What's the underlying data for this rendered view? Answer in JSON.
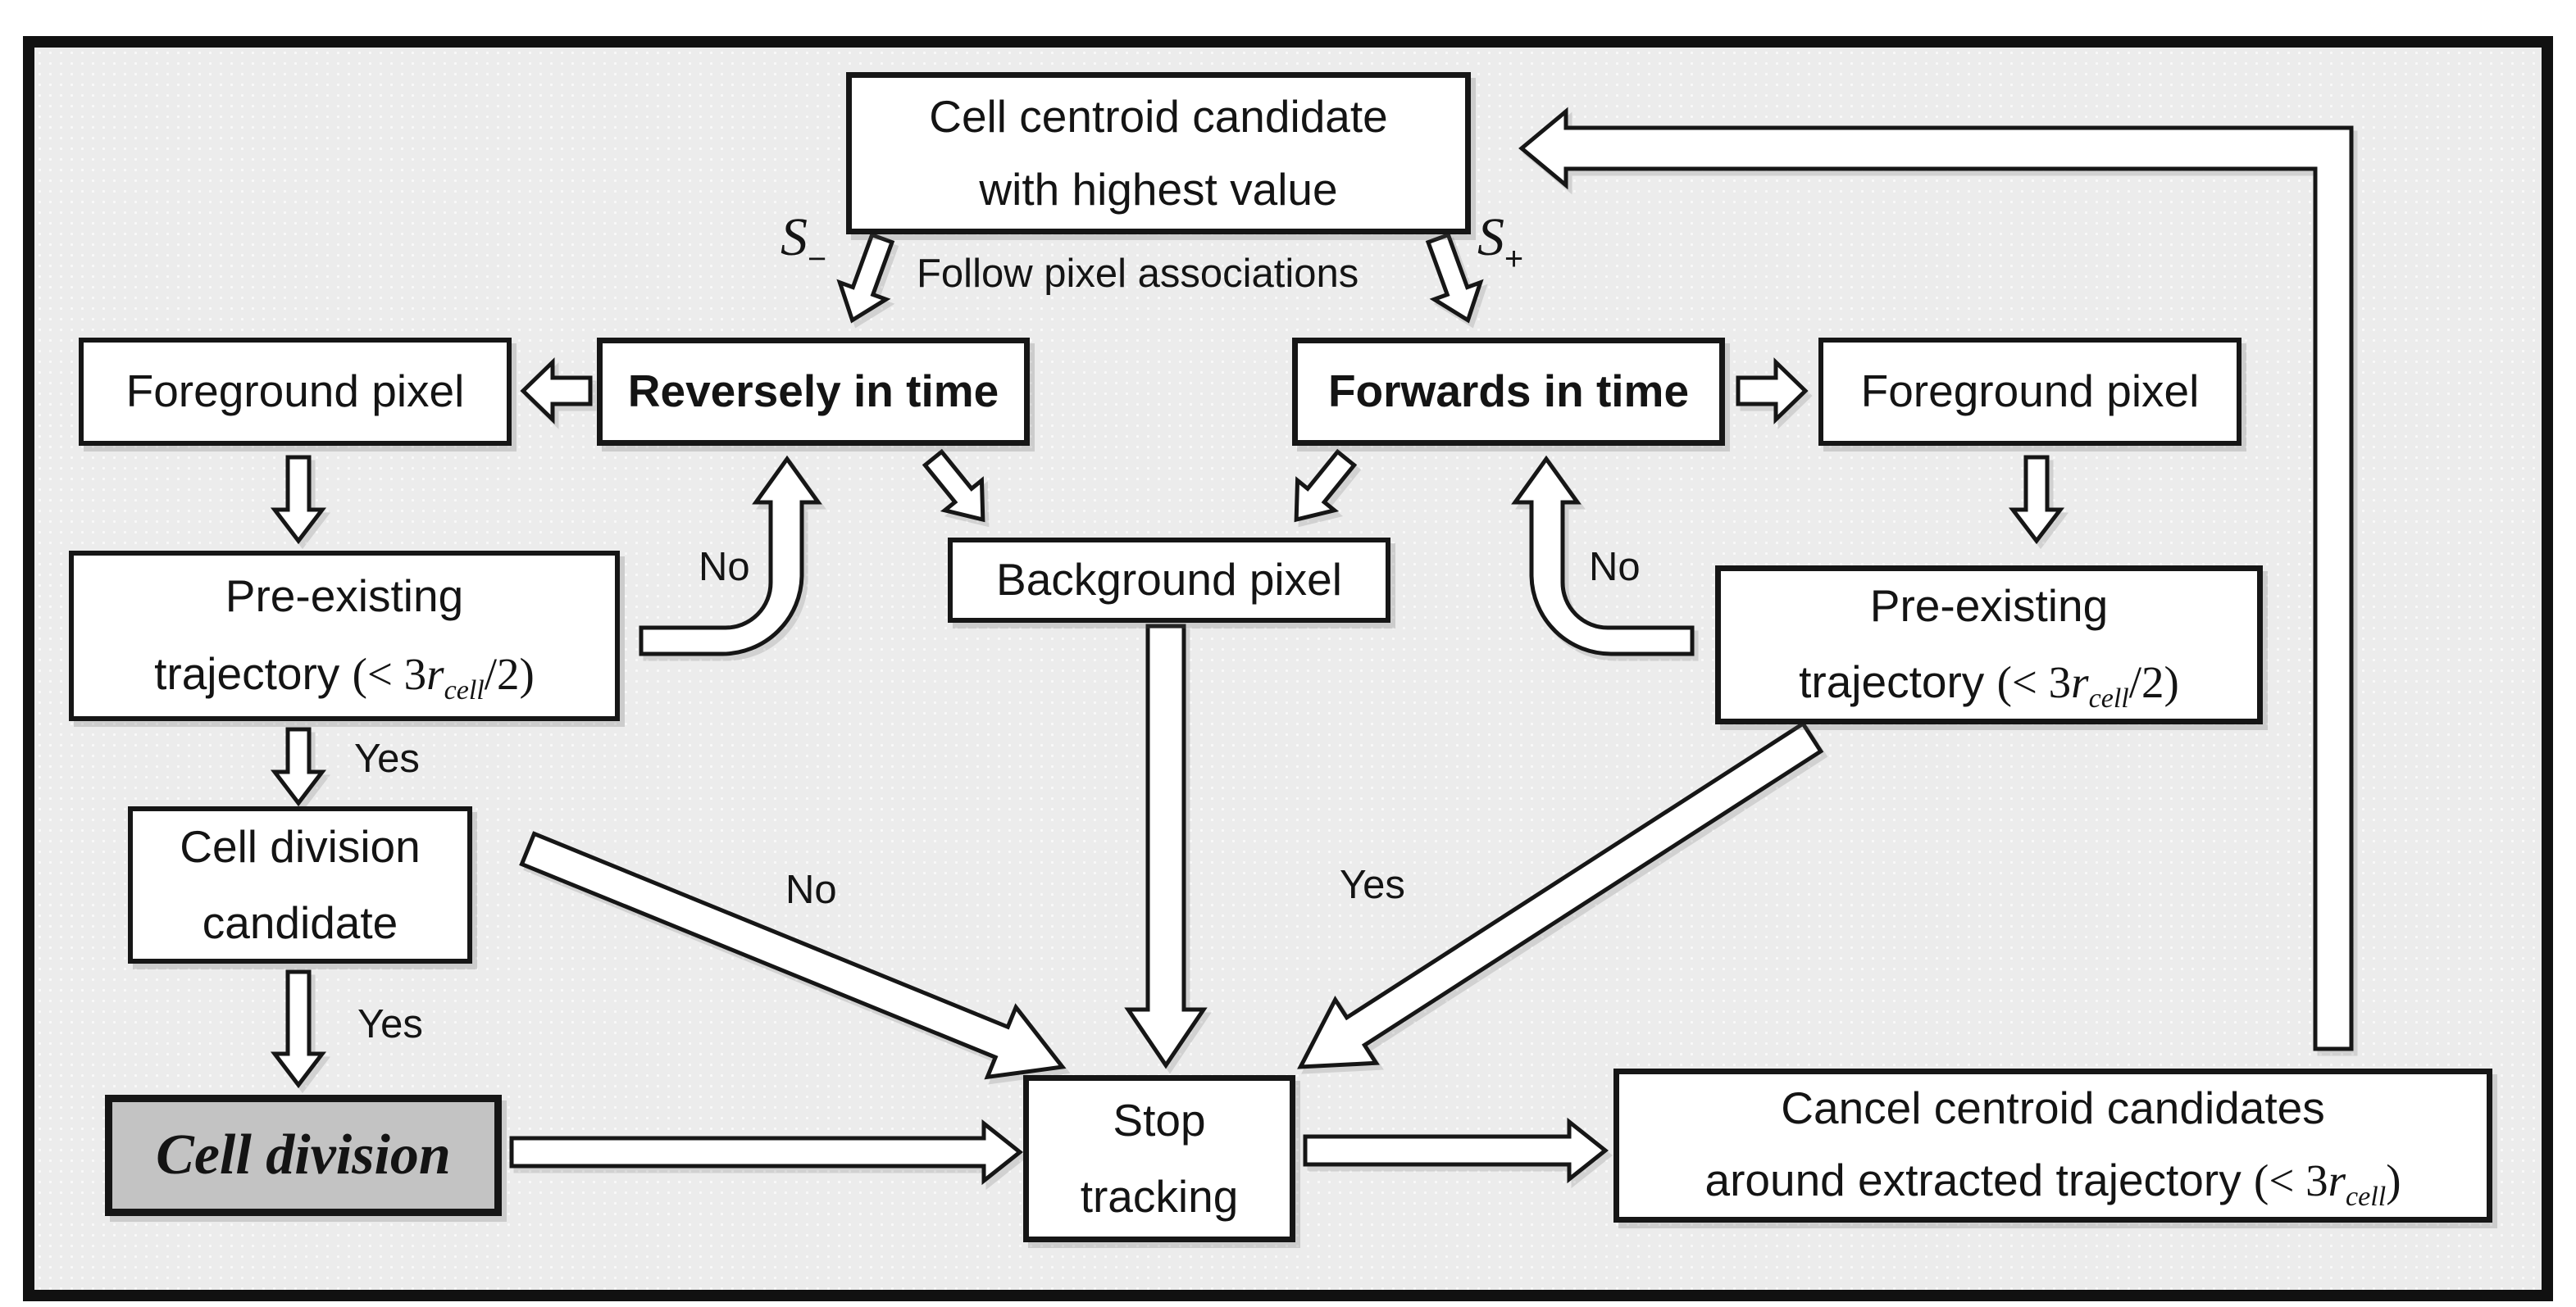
{
  "diagram": {
    "colors": {
      "canvas_background": "#ececec",
      "box_fill": "#ffffff",
      "division_box_fill": "#c3c3c3",
      "line": "#161616"
    },
    "boxes": {
      "top": {
        "line1": "Cell centroid candidate",
        "line2": "with highest value"
      },
      "fg_left": {
        "label": "Foreground pixel"
      },
      "reversely": {
        "label": "Reversely in time"
      },
      "forwards": {
        "label": "Forwards in time"
      },
      "fg_right": {
        "label": "Foreground pixel"
      },
      "pre_left": {
        "line1": "Pre-existing",
        "word": "trajectory ",
        "open": "(< 3",
        "var": "r",
        "sub": "cell",
        "close": "/2)"
      },
      "background_pixel": {
        "label": "Background pixel"
      },
      "pre_right": {
        "line1": "Pre-existing",
        "word": "trajectory ",
        "open": "(< 3",
        "var": "r",
        "sub": "cell",
        "close": "/2)"
      },
      "division_candidate": {
        "line1": "Cell division",
        "line2": "candidate"
      },
      "cell_division": {
        "label": "Cell division"
      },
      "stop": {
        "line1": "Stop",
        "line2": "tracking"
      },
      "cancel": {
        "line1": "Cancel centroid candidates",
        "word": "around extracted trajectory ",
        "open": "(< 3",
        "var": "r",
        "sub": "cell",
        "close": ")"
      }
    },
    "labels": {
      "follow": "Follow pixel associations",
      "s_minus": {
        "base": "S",
        "sub": "−"
      },
      "s_plus": {
        "base": "S",
        "sub": "+"
      },
      "no_left": "No",
      "no_right": "No",
      "no_diagonal": "No",
      "yes_to_candidate": "Yes",
      "yes_to_division": "Yes",
      "yes_diagonal": "Yes"
    }
  }
}
